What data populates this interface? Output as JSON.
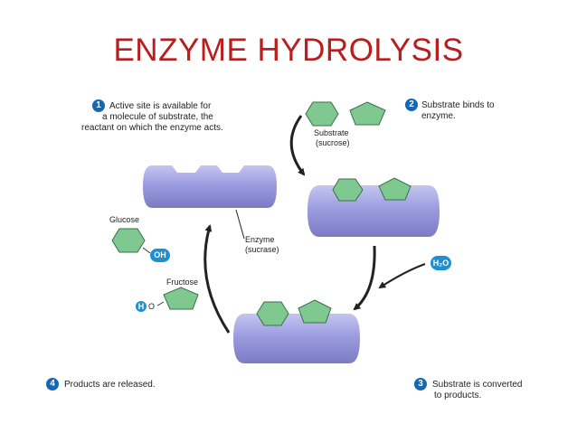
{
  "title": "ENZYME HYDROLYSIS",
  "steps": [
    {
      "num": "1",
      "lines": [
        "Active site is available for",
        "a molecule of substrate, the",
        "reactant on which the enzyme acts."
      ]
    },
    {
      "num": "2",
      "lines": [
        "Substrate binds to",
        "enzyme."
      ]
    },
    {
      "num": "3",
      "lines": [
        "Substrate is converted",
        "to products."
      ]
    },
    {
      "num": "4",
      "lines": [
        "Products are released."
      ]
    }
  ],
  "labels": {
    "substrate": [
      "Substrate",
      "(sucrose)"
    ],
    "enzyme": [
      "Enzyme",
      "(sucrase)"
    ],
    "glucose": "Glucose",
    "fructose": "Fructose",
    "oh": "OH",
    "h": "H",
    "o": "O",
    "water": "H₂O"
  },
  "colors": {
    "title": "#b81e1e",
    "badge": "#1666b3",
    "chip": "#1e8fd0",
    "enzyme": "#9c9ce0",
    "molecule": "#7fc88f",
    "arrow": "#222222"
  }
}
